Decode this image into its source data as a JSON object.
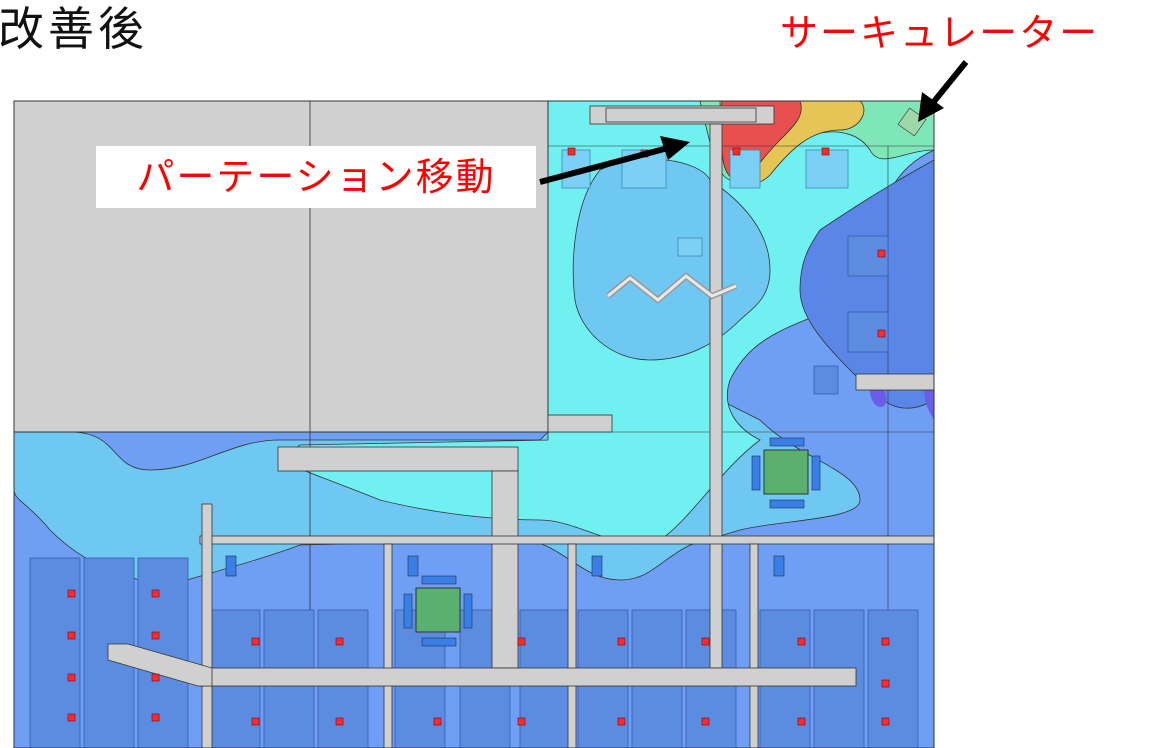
{
  "title": "改善後",
  "annotations": {
    "partition_move": "パーテーション移動",
    "circulator": "サーキュレーター"
  },
  "colors": {
    "label_red": "#ff0000",
    "furniture_gray": "#d0d0d0",
    "contour_red": "#e85050",
    "contour_cyan": "#70f0f0",
    "contour_blue": "#6f9ef5"
  }
}
